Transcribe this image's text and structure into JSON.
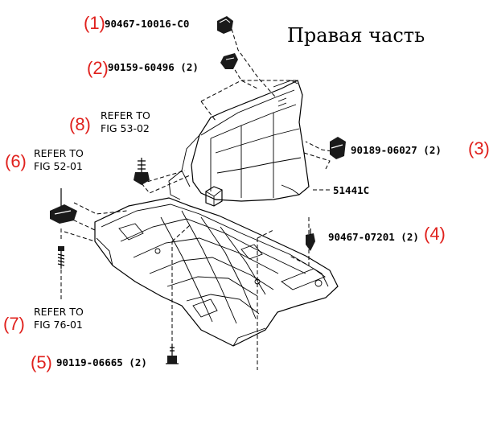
{
  "title": "Правая часть",
  "callouts": [
    {
      "num": "(1)",
      "code": "90467-10016-C0"
    },
    {
      "num": "(2)",
      "code": "90159-60496 (2)"
    },
    {
      "num": "(3)",
      "code": "90189-06027 (2)"
    },
    {
      "num": "(4)",
      "code": "90467-07201 (2)"
    },
    {
      "num": "(5)",
      "code": "90119-06665 (2)"
    },
    {
      "num": "(6)",
      "ref1": "REFER TO",
      "ref2": "FIG 52-01"
    },
    {
      "num": "(7)",
      "ref1": "REFER TO",
      "ref2": "FIG 76-01"
    },
    {
      "num": "(8)",
      "ref1": "REFER TO",
      "ref2": "FIG 53-02"
    }
  ],
  "main_part": "51441C"
}
